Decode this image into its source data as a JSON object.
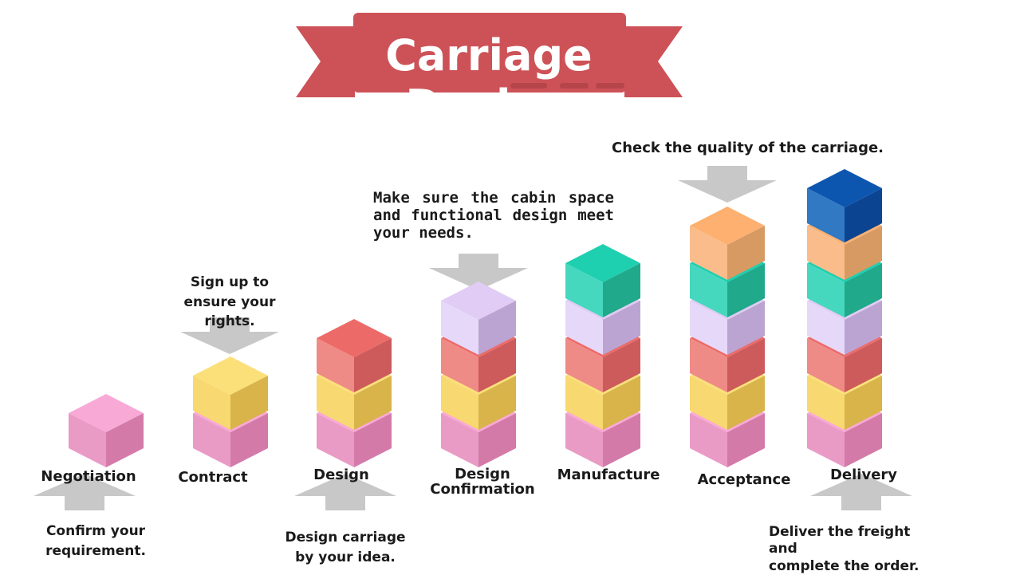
{
  "banner": {
    "title": "Carriage Design",
    "color": "#cd5257",
    "color_dark": "#b6454a"
  },
  "colors": {
    "arrow": "#c8c8c8",
    "cube_pink": [
      "#f9a9d6",
      "#e99bc6",
      "#d47aa9"
    ],
    "cube_yellow": [
      "#fbe07a",
      "#f8d870",
      "#d8b44a"
    ],
    "cube_red": [
      "#ec6b69",
      "#ef8b86",
      "#cd5b5b"
    ],
    "cube_lavender": [
      "#e0ccf4",
      "#e6d8f8",
      "#bca4d2"
    ],
    "cube_teal": [
      "#1ecfb0",
      "#46d8be",
      "#20a98a"
    ],
    "cube_orange": [
      "#fdb070",
      "#f9bc8a",
      "#d79a63"
    ],
    "cube_blue": [
      "#0d56b0",
      "#3179c2",
      "#0b4592"
    ]
  },
  "steps": [
    {
      "label": "Negotiation",
      "cubes": [
        "pink"
      ]
    },
    {
      "label": "Contract",
      "cubes": [
        "pink",
        "yellow"
      ]
    },
    {
      "label": "Design",
      "cubes": [
        "pink",
        "yellow",
        "red"
      ]
    },
    {
      "label": "Design\nConfirmation",
      "cubes": [
        "pink",
        "yellow",
        "red",
        "lavender"
      ]
    },
    {
      "label": "Manufacture",
      "cubes": [
        "pink",
        "yellow",
        "red",
        "lavender",
        "teal"
      ]
    },
    {
      "label": "Acceptance",
      "cubes": [
        "pink",
        "yellow",
        "red",
        "lavender",
        "teal",
        "orange"
      ]
    },
    {
      "label": "Delivery",
      "cubes": [
        "pink",
        "yellow",
        "red",
        "lavender",
        "teal",
        "orange",
        "blue"
      ]
    }
  ],
  "notes": {
    "negotiation": "Confirm your\nrequirement.",
    "contract": "Sign up to\nensure your rights.",
    "design": "Design carriage\nby your idea.",
    "confirmation": "Make sure the cabin space and functional design meet your needs.",
    "acceptance": "Check the quality of the carriage.",
    "delivery": "Deliver the freight and\ncomplete the order."
  }
}
